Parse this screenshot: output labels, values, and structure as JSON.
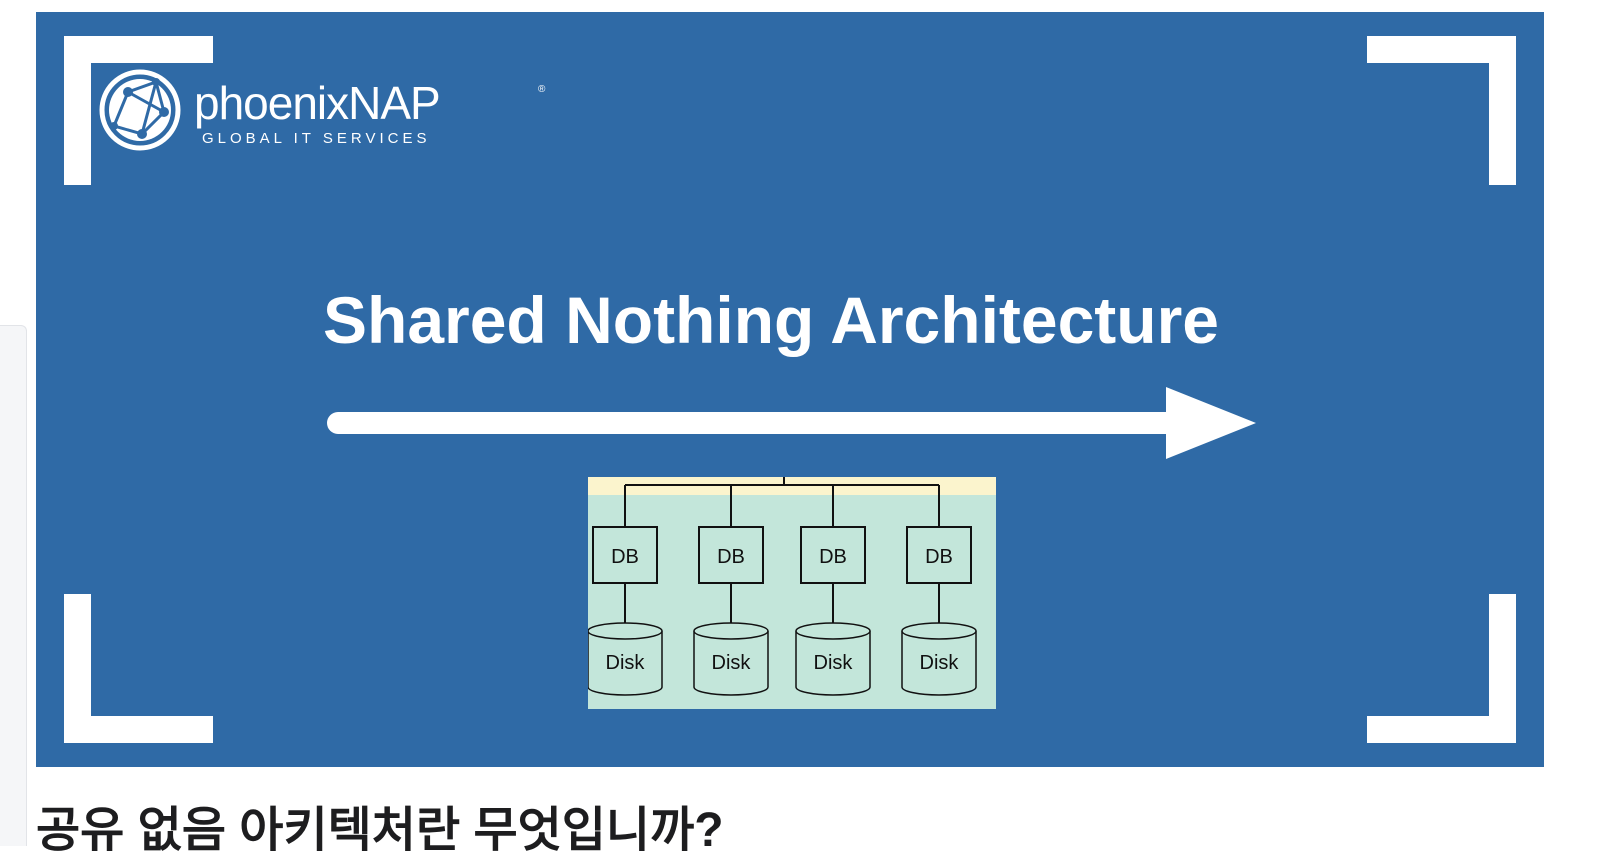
{
  "hero": {
    "brand_name": "phoenixNAP",
    "brand_mark": "®",
    "brand_tagline": "GLOBAL IT SERVICES",
    "title": "Shared Nothing Architecture",
    "background_color": "#2f6aa6",
    "accent_color": "#ffffff"
  },
  "diagram": {
    "nodes": [
      {
        "db_label": "DB",
        "disk_label": "Disk"
      },
      {
        "db_label": "DB",
        "disk_label": "Disk"
      },
      {
        "db_label": "DB",
        "disk_label": "Disk"
      },
      {
        "db_label": "DB",
        "disk_label": "Disk"
      }
    ],
    "background_color": "#c3e6da",
    "top_band_color": "#fbf4cd"
  },
  "article": {
    "heading": "공유 없음 아키텍처란 무엇입니까?"
  },
  "icons": {
    "logo": "phoenix-globe-logo-icon",
    "arrow": "arrow-right-icon"
  }
}
